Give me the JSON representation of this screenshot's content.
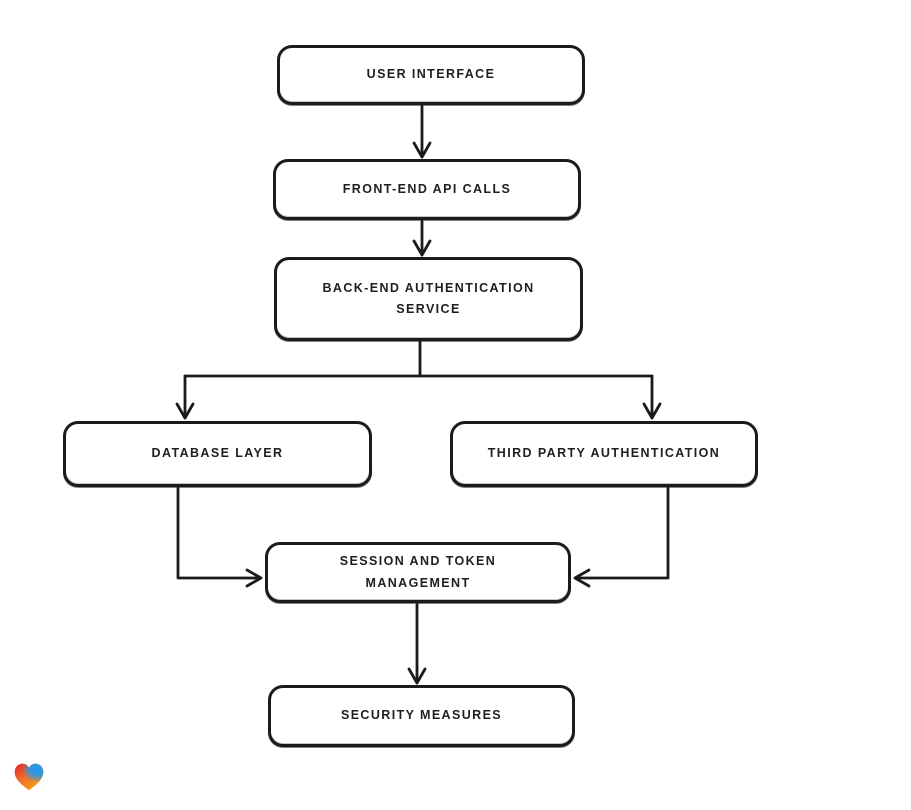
{
  "diagram": {
    "type": "flowchart",
    "style": "hand-drawn",
    "colors": {
      "stroke": "#1b1b1b",
      "node_fill": "#ffffff",
      "background": "#ffffff"
    },
    "nodes": [
      {
        "id": "user-interface",
        "label": "USER INTERFACE"
      },
      {
        "id": "front-end-api-calls",
        "label": "FRONT-END API CALLS"
      },
      {
        "id": "back-end-authentication-service",
        "label": "BACK-END AUTHENTICATION SERVICE"
      },
      {
        "id": "database-layer",
        "label": "DATABASE LAYER"
      },
      {
        "id": "third-party-authentication",
        "label": "THIRD PARTY AUTHENTICATION"
      },
      {
        "id": "session-and-token-management",
        "label": "SESSION AND TOKEN MANAGEMENT"
      },
      {
        "id": "security-measures",
        "label": "SECURITY MEASURES"
      }
    ],
    "edges": [
      {
        "from": "user-interface",
        "to": "front-end-api-calls"
      },
      {
        "from": "front-end-api-calls",
        "to": "back-end-authentication-service"
      },
      {
        "from": "back-end-authentication-service",
        "to": "database-layer"
      },
      {
        "from": "back-end-authentication-service",
        "to": "third-party-authentication"
      },
      {
        "from": "database-layer",
        "to": "session-and-token-management"
      },
      {
        "from": "third-party-authentication",
        "to": "session-and-token-management"
      },
      {
        "from": "session-and-token-management",
        "to": "security-measures"
      }
    ]
  },
  "badge": {
    "icon": "heart-gradient",
    "colors": {
      "red": "#e3242b",
      "blue": "#1d9bf0",
      "orange": "#f7a013"
    }
  }
}
